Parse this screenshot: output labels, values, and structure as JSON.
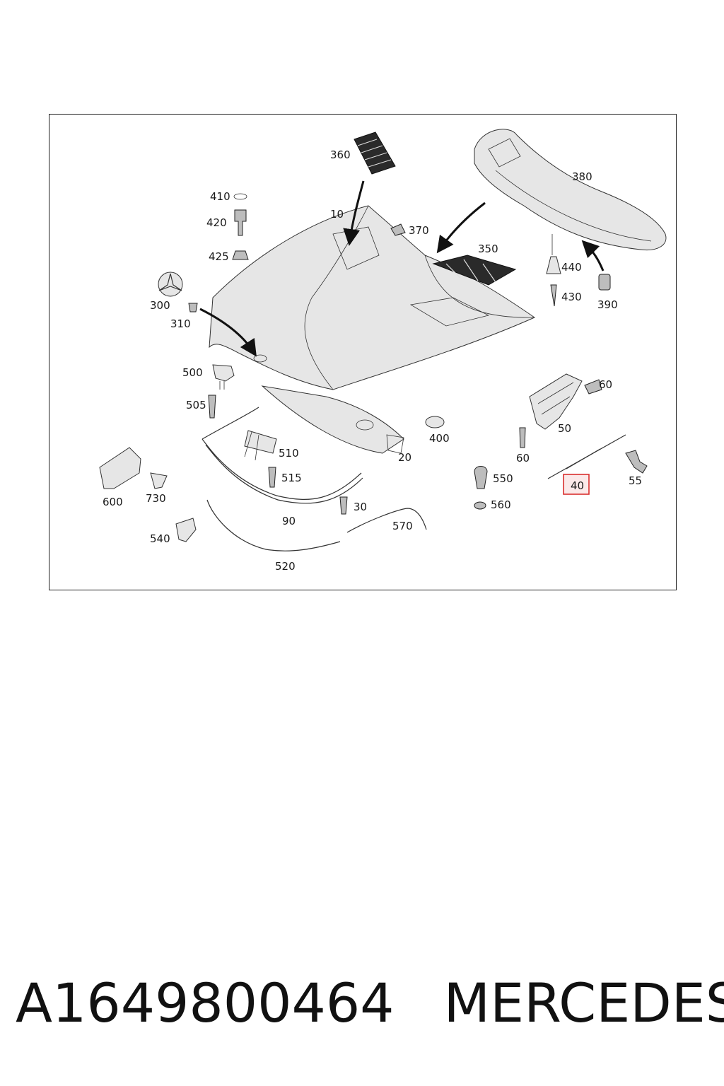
{
  "diagram": {
    "labels": {
      "l10": "10",
      "l20": "20",
      "l30": "30",
      "l40": "40",
      "l50": "50",
      "l55": "55",
      "l60a": "60",
      "l60b": "60",
      "l90": "90",
      "l300": "300",
      "l310": "310",
      "l350": "350",
      "l360": "360",
      "l370": "370",
      "l380": "380",
      "l390": "390",
      "l400": "400",
      "l410": "410",
      "l420": "420",
      "l425": "425",
      "l430": "430",
      "l440": "440",
      "l500": "500",
      "l505": "505",
      "l510": "510",
      "l515": "515",
      "l520": "520",
      "l540": "540",
      "l550": "550",
      "l560": "560",
      "l570": "570",
      "l600": "600",
      "l730": "730"
    },
    "highlighted_part": "40",
    "highlight_color": "#d9302f"
  },
  "footer": {
    "part_number": "A1649800464",
    "brand": "MERCEDES"
  }
}
